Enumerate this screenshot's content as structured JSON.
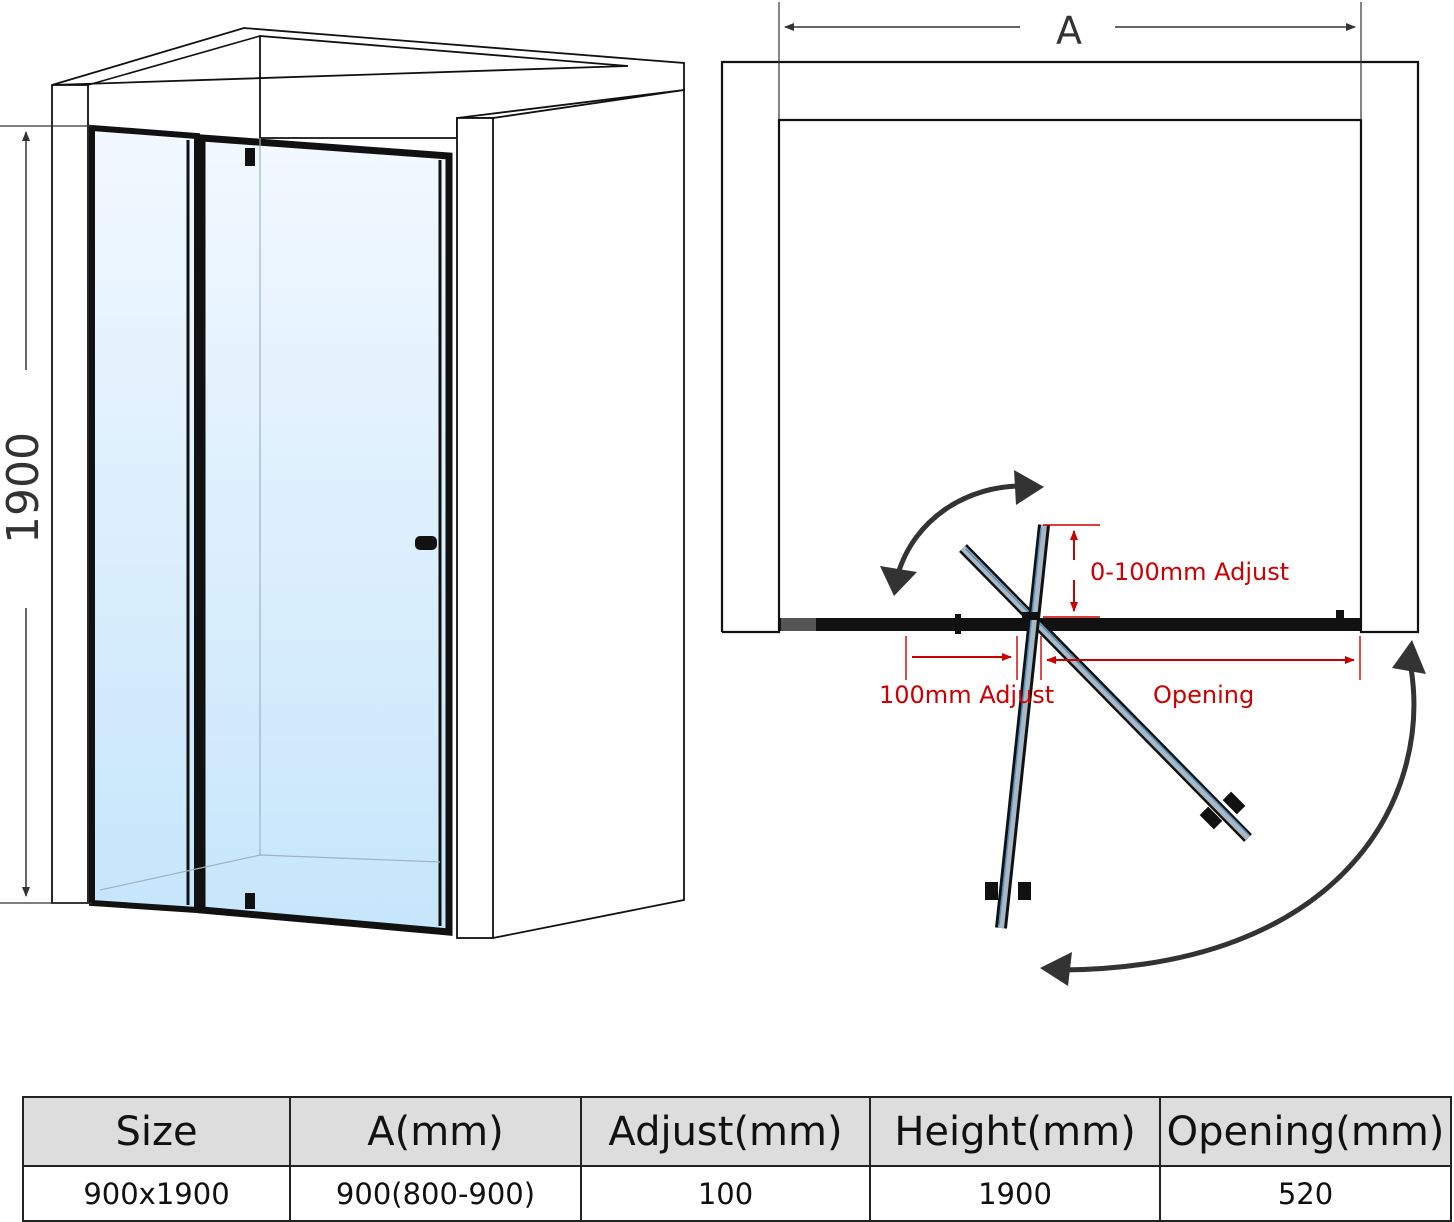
{
  "diagram": {
    "height_label": "1900",
    "width_label": "A",
    "adjust_top_label": "0-100mm Adjust",
    "adjust_bottom_label": "100mm Adjust",
    "opening_label": "Opening",
    "colors": {
      "annotation": "#cc0000",
      "frame": "#111111",
      "glass_top": "#f2f8ff",
      "glass_bottom": "#c6e6fb"
    }
  },
  "table": {
    "headers": [
      "Size",
      "A(mm)",
      "Adjust(mm)",
      "Height(mm)",
      "Opening(mm)"
    ],
    "rows": [
      [
        "900x1900",
        "900(800-900)",
        "100",
        "1900",
        "520"
      ]
    ]
  }
}
